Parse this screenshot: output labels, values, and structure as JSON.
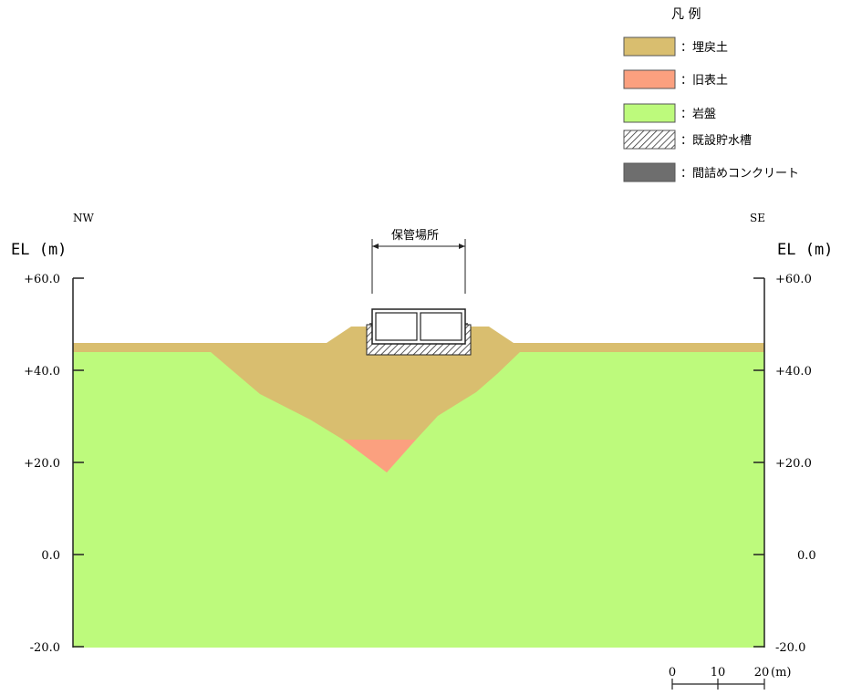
{
  "legend": {
    "title": "凡 例",
    "items": [
      {
        "key": "fill-soil",
        "label": "：埋戻土",
        "color": "#D9BE6F",
        "pattern": "solid"
      },
      {
        "key": "old-surface",
        "label": "：旧表土",
        "color": "#FBA07F",
        "pattern": "solid"
      },
      {
        "key": "bedrock",
        "label": "：岩盤",
        "color": "#BDFA7C",
        "pattern": "solid"
      },
      {
        "key": "tank",
        "label": "：既設貯水槽",
        "color": "#ffffff",
        "pattern": "hatch"
      },
      {
        "key": "fill-concrete",
        "label": "：間詰めコンクリート",
        "color": "#6E6E6E",
        "pattern": "solid"
      }
    ]
  },
  "section": {
    "left_direction": "NW",
    "right_direction": "SE",
    "left_axis_label": "EL (m)",
    "right_axis_label": "EL (m)",
    "storage_label": "保管場所",
    "ticks": [
      {
        "elevation": 60,
        "label": "+60.0"
      },
      {
        "elevation": 40,
        "label": "+40.0"
      },
      {
        "elevation": 20,
        "label": "+20.0"
      },
      {
        "elevation": 0,
        "label": "0.0"
      },
      {
        "elevation": -20,
        "label": "-20.0"
      }
    ],
    "ground_surface_el": 45.5,
    "bedrock_surface_el": 43.5,
    "old_surface_top_el": 25.0,
    "valley_bottom_el": 18.0
  },
  "scale_bar": {
    "labels": [
      "0",
      "10",
      "20"
    ],
    "unit": "(m)"
  }
}
